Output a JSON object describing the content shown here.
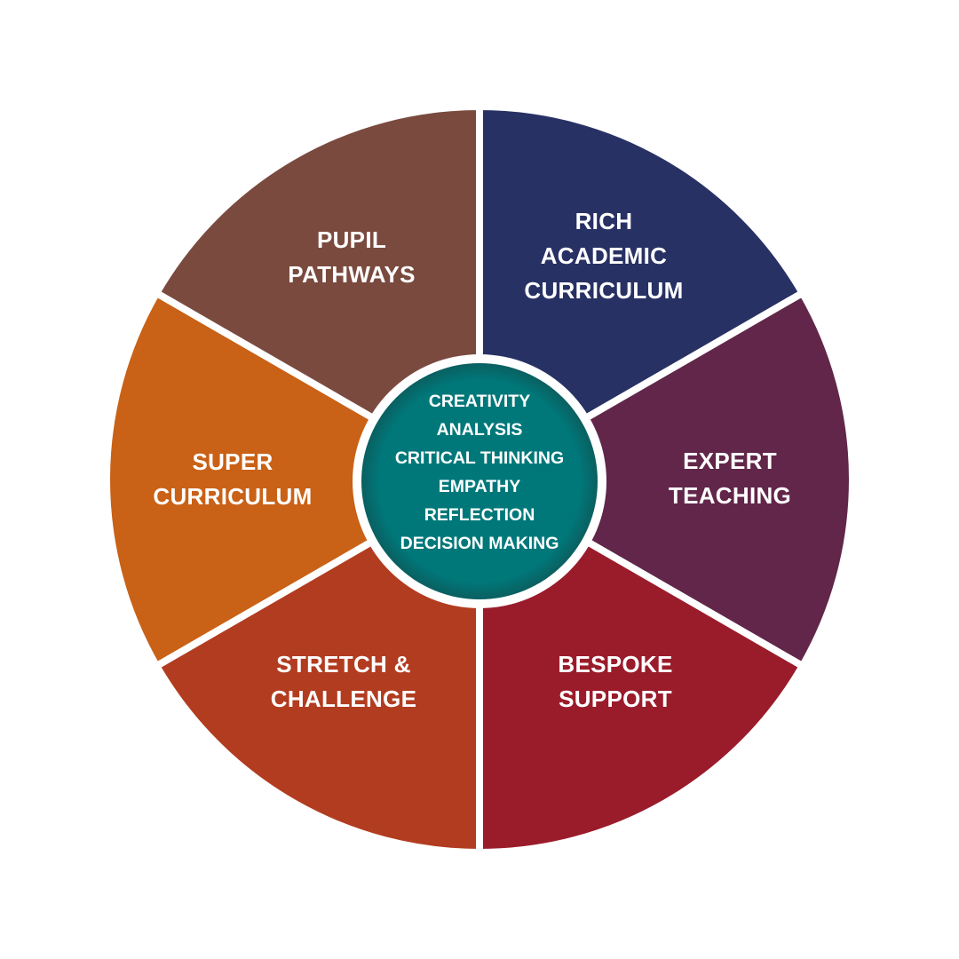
{
  "segments": [
    {
      "id": "rich-academic-curriculum",
      "lines": [
        "RICH",
        "ACADEMIC",
        "CURRICULUM"
      ],
      "color": "#283164"
    },
    {
      "id": "expert-teaching",
      "lines": [
        "EXPERT",
        "TEACHING"
      ],
      "color": "#612649"
    },
    {
      "id": "bespoke-support",
      "lines": [
        "BESPOKE",
        "SUPPORT"
      ],
      "color": "#9a1c2b"
    },
    {
      "id": "stretch-challenge",
      "lines": [
        "STRETCH &",
        "CHALLENGE"
      ],
      "color": "#b23c20"
    },
    {
      "id": "super-curriculum",
      "lines": [
        "SUPER",
        "CURRICULUM"
      ],
      "color": "#c96116"
    },
    {
      "id": "pupil-pathways",
      "lines": [
        "PUPIL",
        "PATHWAYS"
      ],
      "color": "#7a4a3f"
    }
  ],
  "center": {
    "color": "#00787a",
    "skills": [
      "CREATIVITY",
      "ANALYSIS",
      "CRITICAL THINKING",
      "EMPATHY",
      "REFLECTION",
      "DECISION MAKING"
    ]
  }
}
